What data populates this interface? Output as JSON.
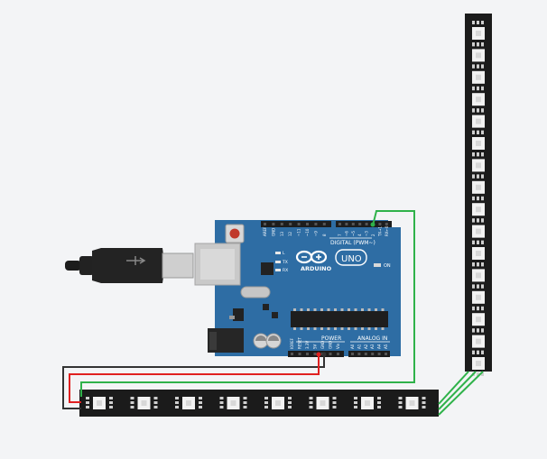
{
  "circuit": {
    "board": {
      "brand": "ARDUINO",
      "model": "UNO",
      "digital_header_label": "DIGITAL (PWM~)",
      "analog_header_label": "ANALOG IN",
      "power_header_label": "POWER",
      "led_labels": [
        "TX",
        "RX",
        "L"
      ],
      "on_label": "ON",
      "digital_pins": [
        "AREF",
        "GND",
        "13",
        "12",
        "~11",
        "~10",
        "~9",
        "8",
        "7",
        "~6",
        "~5",
        "4",
        "~3",
        "2",
        "TX→1",
        "RX←0"
      ],
      "power_pins": [
        "IOREF",
        "RESET",
        "3.3V",
        "5V",
        "GND",
        "GND",
        "Vin"
      ],
      "analog_pins": [
        "A0",
        "A1",
        "A2",
        "A3",
        "A4",
        "A5"
      ]
    },
    "strip_bottom": {
      "led_count": 8
    },
    "strip_right": {
      "led_count": 16
    },
    "wire_colors": {
      "signal": "#2fb24a",
      "power": "#e02020",
      "ground": "#333333"
    },
    "colors": {
      "board": "#2e6da4",
      "strip": "#1b1b1b",
      "led_body": "#f2f2f2"
    }
  }
}
